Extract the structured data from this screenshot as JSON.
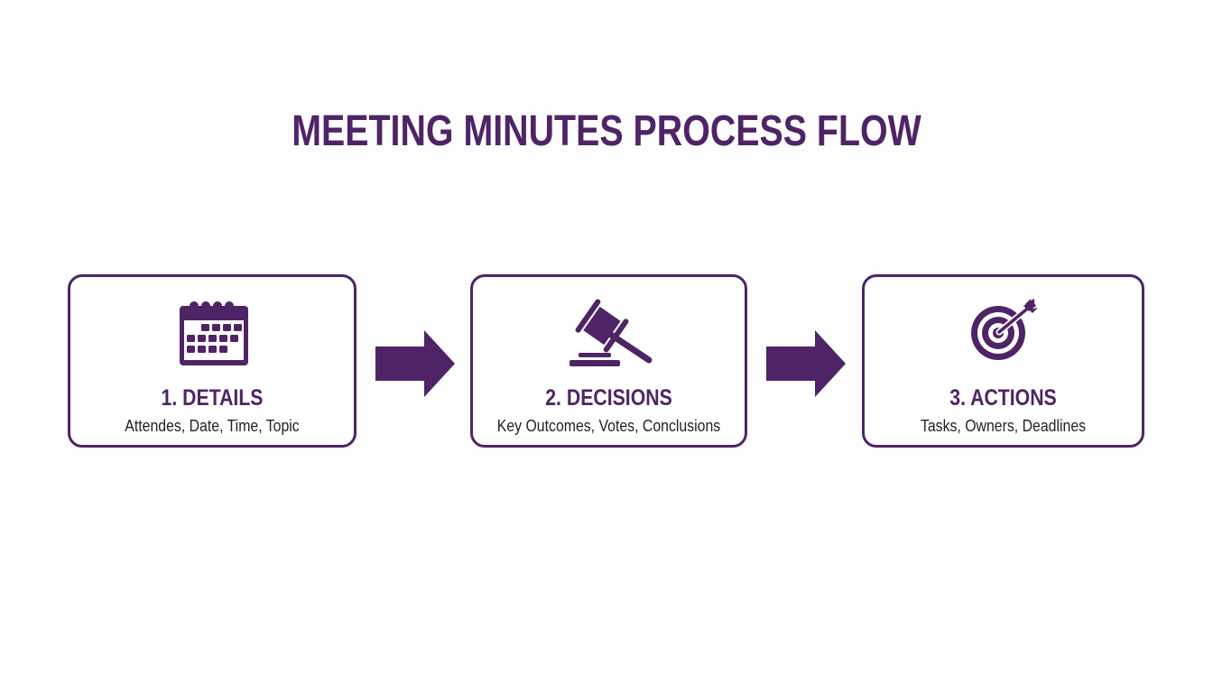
{
  "title": "MEETING MINUTES PROCESS FLOW",
  "colors": {
    "accent": "#4f2466",
    "text": "#222222",
    "background": "#fdfdfd",
    "card_background": "#ffffff"
  },
  "steps": [
    {
      "icon": "calendar-icon",
      "heading": "1. DETAILS",
      "subtitle": "Attendes, Date, Time, Topic"
    },
    {
      "icon": "gavel-icon",
      "heading": "2. DECISIONS",
      "subtitle": "Key Outcomes, Votes, Conclusions"
    },
    {
      "icon": "target-arrow-icon",
      "heading": "3. ACTIONS",
      "subtitle": "Tasks, Owners, Deadlines"
    }
  ],
  "connectors": [
    {
      "icon": "arrow-right-icon",
      "from": "1. DETAILS",
      "to": "2. DECISIONS"
    },
    {
      "icon": "arrow-right-icon",
      "from": "2. DECISIONS",
      "to": "3. ACTIONS"
    }
  ]
}
